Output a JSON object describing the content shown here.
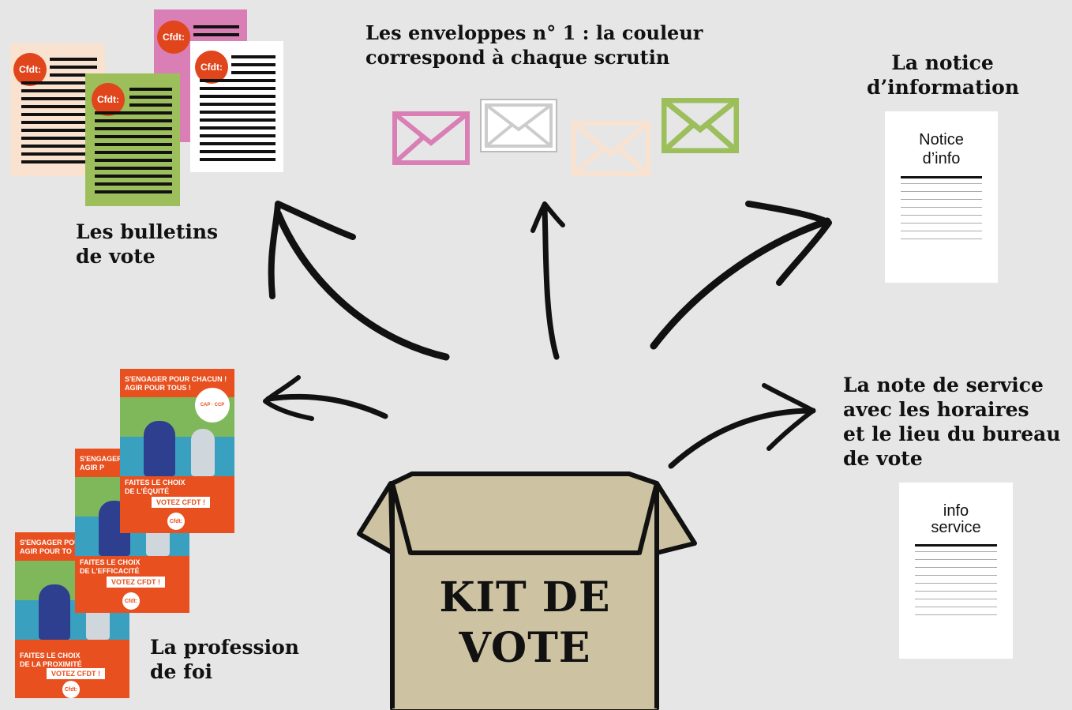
{
  "labels": {
    "bulletins": [
      "Les bulletins",
      "de vote"
    ],
    "enveloppes": [
      "Les enveloppes  n° 1 : la couleur",
      "correspond à chaque scrutin"
    ],
    "notice": [
      "La notice",
      "d’information"
    ],
    "note_service": [
      "La note de service",
      "avec les horaires",
      "et le lieu du bureau",
      "de vote"
    ],
    "profession": [
      "La profession",
      "de foi"
    ],
    "box": [
      "KIT DE",
      "VOTE"
    ]
  },
  "notice_card": [
    "Notice",
    "d’info"
  ],
  "info_card": [
    "info",
    "service"
  ],
  "logo_text": "Cfdt:",
  "tracts": [
    {
      "head": [
        "S'ENGAGER POUR CHACUN !",
        "AGIR POUR TOUS !"
      ],
      "band": [
        "FAITES LE CHOIX",
        "DE L'ÉQUITÉ"
      ],
      "vote": "VOTEZ CFDT !",
      "badge": "CAP · CCP"
    },
    {
      "head": [
        "S'ENGAGER",
        "AGIR P"
      ],
      "band": [
        "FAITES LE CHOIX",
        "DE L'EFFICACITÉ"
      ],
      "vote": "VOTEZ CFDT !"
    },
    {
      "head": [
        "S'ENGAGER POU",
        "AGIR POUR TO"
      ],
      "band": [
        "FAITES LE CHOIX",
        "DE LA PROXIMITÉ"
      ],
      "vote": "VOTEZ CFDT !"
    }
  ],
  "colors": {
    "envelope_pink": "#d97fb6",
    "envelope_white": "#ffffff",
    "envelope_peach": "#f9e2cf",
    "envelope_green": "#9cbf5c",
    "logo_red": "#e0451c",
    "box_fill": "#cdc3a3"
  }
}
